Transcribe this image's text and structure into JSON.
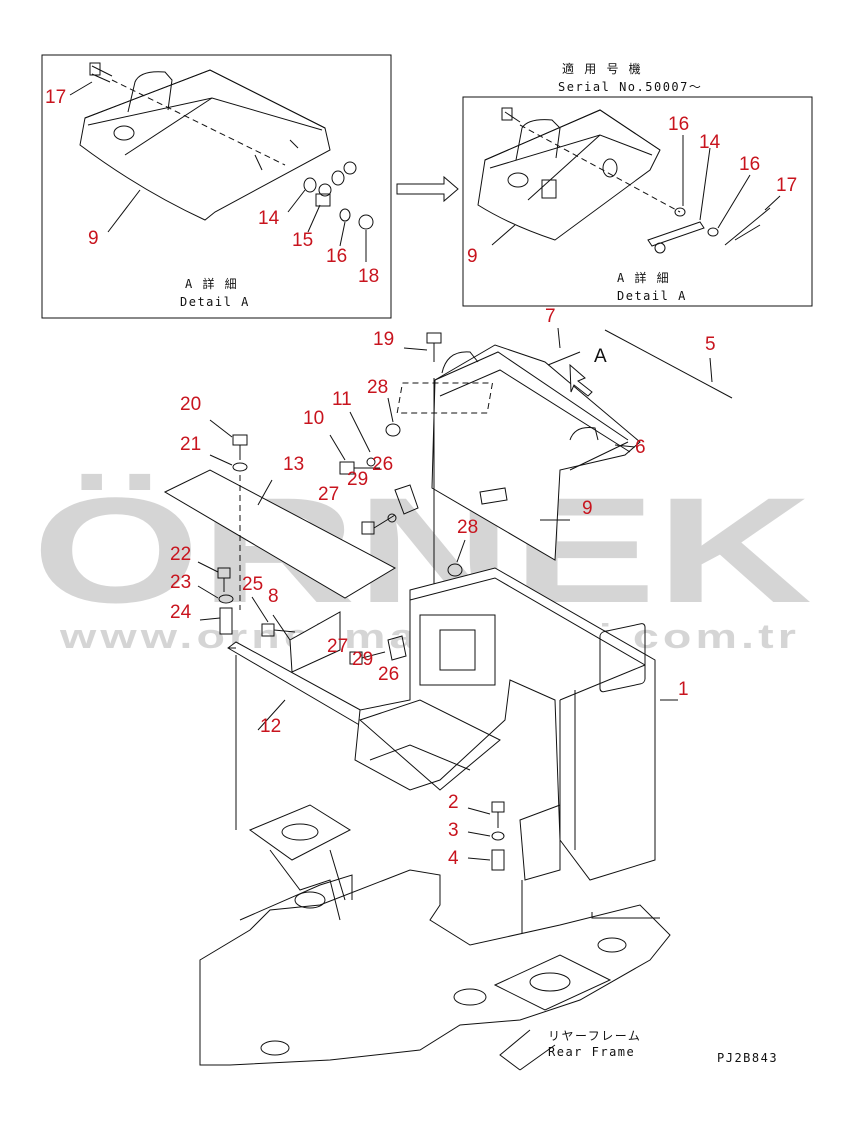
{
  "drawing": {
    "code": "PJ2B843",
    "detail_label_jp": "A 詳 細",
    "detail_label_en": "Detail A",
    "serial_label_jp": "適 用 号 機",
    "serial_label_en": "Serial No.50007～",
    "view_marker": "A",
    "rear_frame_jp": "リヤーフレーム",
    "rear_frame_en": "Rear Frame"
  },
  "watermark": {
    "brand": "ÖRNEK",
    "url": "www.ornekmakinalari.com.tr",
    "dot_color": "#f5d27a"
  },
  "part_numbers": {
    "d1_17": "17",
    "d1_9": "9",
    "d1_14": "14",
    "d1_15": "15",
    "d1_16": "16",
    "d1_18": "18",
    "d2_16a": "16",
    "d2_14": "14",
    "d2_16b": "16",
    "d2_17": "17",
    "d2_9": "9",
    "p7": "7",
    "p5": "5",
    "p19": "19",
    "p6": "6",
    "p28a": "28",
    "p11": "11",
    "p10": "10",
    "p20": "20",
    "p26a": "26",
    "p29a": "29",
    "p21": "21",
    "p13": "13",
    "p27a": "27",
    "p9": "9",
    "p28b": "28",
    "p22": "22",
    "p23": "23",
    "p25": "25",
    "p8": "8",
    "p24": "24",
    "p27b": "27",
    "p29b": "29",
    "p26b": "26",
    "p1": "1",
    "p12": "12",
    "p2": "2",
    "p3": "3",
    "p4": "4"
  },
  "colors": {
    "label": "#c8141e",
    "line": "#111111"
  }
}
